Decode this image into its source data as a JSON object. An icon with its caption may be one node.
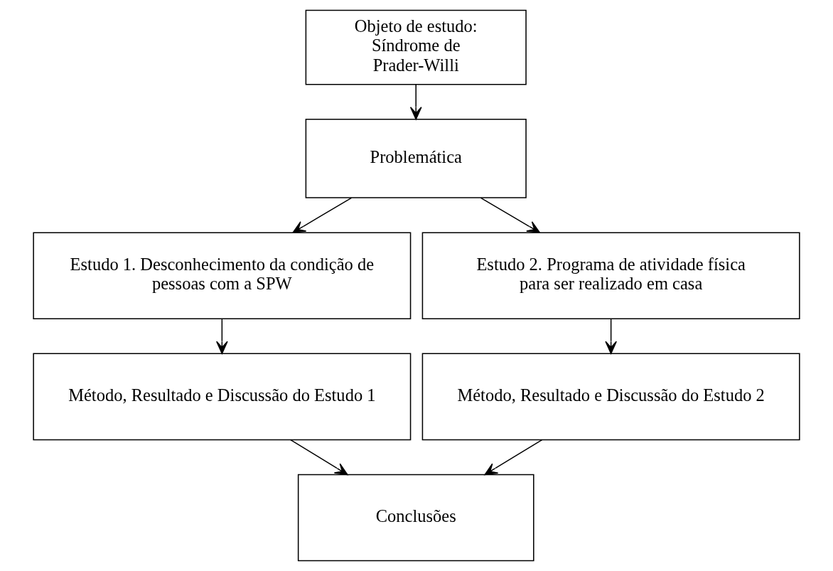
{
  "diagram": {
    "nodes": [
      {
        "text": [
          "Objeto de estudo: Síndrome de Prader-Willi"
        ]
      },
      {
        "text": [
          "Problemática"
        ]
      },
      {
        "text": [
          "Estudo 1. Desconhecimento da condição de pessoas com a SPW"
        ]
      },
      {
        "text": [
          "Estudo 2. Programa de atividade física para ser realizado em casa"
        ]
      },
      {
        "text": [
          "Método, Resultado e Discussão do Estudo 1"
        ]
      },
      {
        "text": [
          "Método, Resultado e Discussão do Estudo 2"
        ]
      },
      {
        "text": [
          "Conclusões"
        ]
      }
    ],
    "edges": [
      {
        "from": 0,
        "to": 1,
        "arrow": "to"
      },
      {
        "from": 1,
        "to": 2,
        "arrow": "to"
      },
      {
        "from": 1,
        "to": 3,
        "arrow": "to"
      },
      {
        "from": 2,
        "to": 4,
        "arrow": "to"
      },
      {
        "from": 3,
        "to": 5,
        "arrow": "to"
      },
      {
        "from": 4,
        "to": 6,
        "arrow": "to"
      },
      {
        "from": 5,
        "to": 6,
        "arrow": "to"
      }
    ]
  }
}
